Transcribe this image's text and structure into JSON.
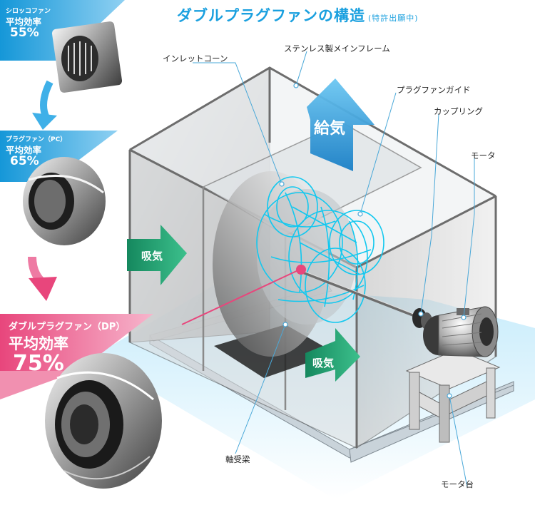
{
  "title": "ダブルプラグファンの構造",
  "title_note": "(特許出願中)",
  "panels": {
    "sirocco": {
      "name": "シロッコファン",
      "label": "平均効率",
      "value": "55%"
    },
    "plug": {
      "name": "プラグファン（PC）",
      "label": "平均効率",
      "value": "65%"
    },
    "double": {
      "name": "ダブルプラグファン（DP）",
      "label": "平均効率",
      "value": "75%"
    }
  },
  "arrows": {
    "supply": "給気",
    "intake_left": "吸気",
    "intake_bottom": "吸気"
  },
  "callouts": {
    "inlet_cone": "インレットコーン",
    "main_frame": "ステンレス製メインフレーム",
    "fan_guide": "プラグファンガイド",
    "coupling": "カップリング",
    "motor": "モータ",
    "bearing_beam": "軸受梁",
    "motor_base": "モータ台"
  },
  "colors": {
    "title_blue": "#1aa0df",
    "panel_blue": "#1597d8",
    "panel_pink": "#e8467c",
    "arrow_blue": "#1b8fd0",
    "arrow_green": "#1a9a6c",
    "wire_cyan": "#12c8ef"
  }
}
